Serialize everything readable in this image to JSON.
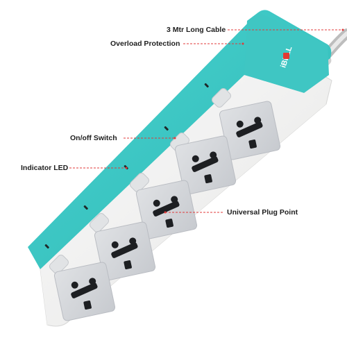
{
  "brand": "iBELL",
  "colors": {
    "teal": "#3cc9c6",
    "teal_dark": "#2aa9a6",
    "body": "#f2f2f1",
    "socket": "#d3d5d9",
    "socket_edge": "#b9bcc2",
    "hole": "#1d1f22",
    "switch": "#e4e6e8",
    "leader": "#e03a3a",
    "cable": "#d8d8d8",
    "brand_red": "#e13a33"
  },
  "callouts": {
    "cable": "3 Mtr Long Cable",
    "overload": "Overload Protection",
    "switch": "On/off Switch",
    "led": "Indicator LED",
    "plug": "Universal Plug Point"
  }
}
